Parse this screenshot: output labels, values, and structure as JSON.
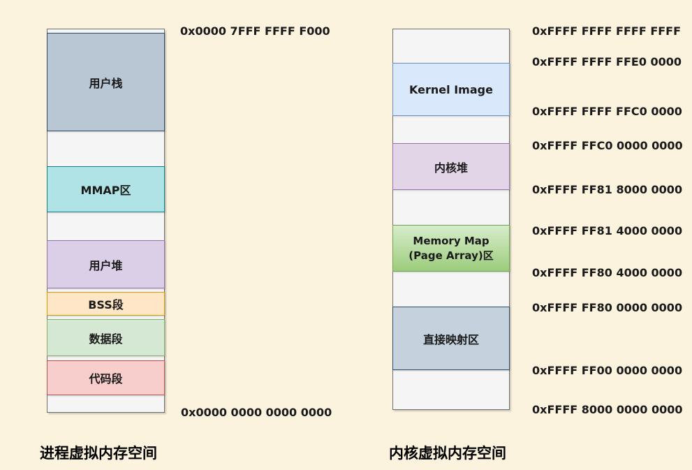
{
  "background_color": "#FCF3DF",
  "process_space": {
    "title": "进程虚拟内存空间",
    "top_address": "0x0000 7FFF FFFF F000",
    "bottom_address": "0x0000 0000 0000 0000",
    "segments": [
      {
        "label": "用户栈",
        "fill": "#B8C7D3",
        "border": "#2F4B63"
      },
      {
        "label": "MMAP区",
        "fill": "#B0E3E5",
        "border": "#0E8088"
      },
      {
        "label": "用户堆",
        "fill": "#DACFE6",
        "border": "#9673A6"
      },
      {
        "label": "BSS段",
        "fill": "#FFE6C7",
        "border": "#D79B00"
      },
      {
        "label": "数据段",
        "fill": "#D5E8D4",
        "border": "#82B366"
      },
      {
        "label": "代码段",
        "fill": "#F8CECC",
        "border": "#B85450"
      }
    ]
  },
  "kernel_space": {
    "title": "内核虚拟内存空间",
    "segments": [
      {
        "label": "Kernel Image",
        "fill": "#DAE8FC",
        "border": "#6C8EBF"
      },
      {
        "label": "内核堆",
        "fill": "#E1D5E7",
        "border": "#9673A6"
      },
      {
        "label": "Memory Map (Page Array)区",
        "label_line1": "Memory Map",
        "label_line2": "(Page Array)区",
        "fill_top": "#D7EDCB",
        "fill_bottom": "#9CCC7C",
        "border": "#6FA54C"
      },
      {
        "label": "直接映射区",
        "fill": "#C5D2DE",
        "border": "#2F4B63"
      }
    ],
    "addresses": [
      "0xFFFF FFFF FFFF FFFF",
      "0xFFFF FFFF FFE0 0000",
      "0xFFFF FFFF FFC0 0000",
      "0xFFFF FFC0 0000 0000",
      "0xFFFF FF81 8000 0000",
      "0xFFFF FF81 4000 0000",
      "0xFFFF FF80 4000 0000",
      "0xFFFF FF80 0000 0000",
      "0xFFFF FF00 0000 0000",
      "0xFFFF 8000 0000 0000"
    ]
  }
}
